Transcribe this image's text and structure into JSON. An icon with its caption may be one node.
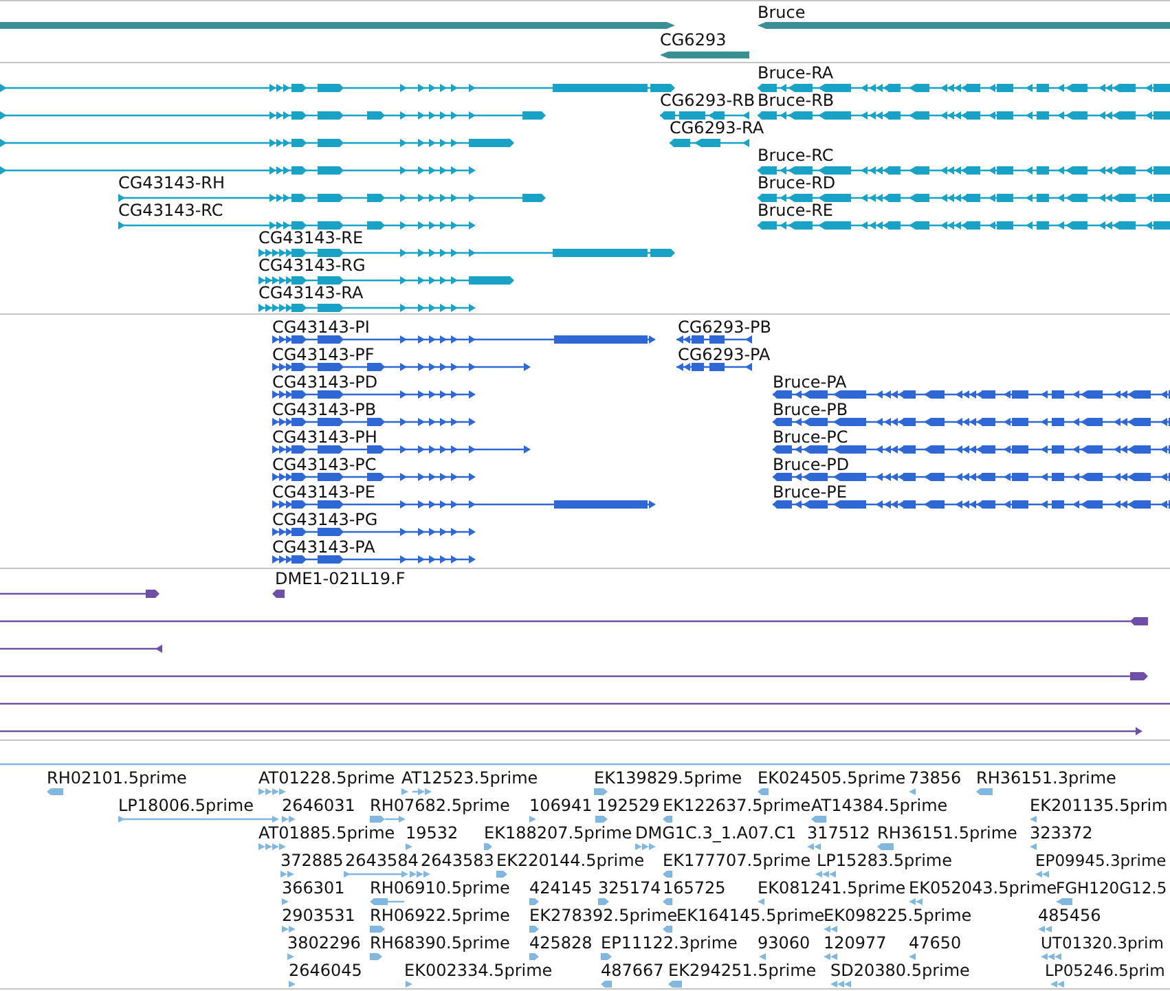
{
  "diagram": {
    "labels": [
      "Bruce",
      "CG6293",
      "Bruce-RA",
      "CG6293-RB",
      "Bruce-RB",
      "CG6293-RA",
      "Bruce-RC",
      "CG43143-RH",
      "Bruce-RD",
      "CG43143-RC",
      "Bruce-RE",
      "CG43143-RE",
      "CG43143-RG",
      "CG43143-RA",
      "CG43143-PI",
      "CG6293-PB",
      "CG43143-PF",
      "CG6293-PA",
      "CG43143-PD",
      "Bruce-PA",
      "CG43143-PB",
      "Bruce-PB",
      "CG43143-PH",
      "Bruce-PC",
      "CG43143-PC",
      "Bruce-PD",
      "CG43143-PE",
      "Bruce-PE",
      "CG43143-PG",
      "CG43143-PA",
      "DME1-021L19.F",
      "RH02101.5prime",
      "AT01228.5prime",
      "AT12523.5prime",
      "EK139829.5prime",
      "EK024505.5prime",
      "73856",
      "RH36151.3prime",
      "LP18006.5prime",
      "2646031",
      "RH07682.5prime",
      "106941",
      "192529",
      "EK122637.5prime",
      "AT14384.5prime",
      "EK201135.5prim",
      "AT01885.5prime",
      "19532",
      "EK188207.5prime",
      "DMG1C.3_1.A07.C1",
      "317512",
      "RH36151.5prime",
      "323372",
      "372885",
      "2643584",
      "2643583",
      "EK220144.5prime",
      "EK177707.5prime",
      "LP15283.5prime",
      "EP09945.3prime",
      "366301",
      "RH06910.5prime",
      "424145",
      "325174",
      "165725",
      "EK081241.5prime",
      "EK052043.5prime",
      "FGH120G12.5",
      "2903531",
      "RH06922.5prime",
      "EK278392.5prime",
      "EK164145.5prime",
      "EK098225.5prime",
      "485456",
      "3802296",
      "RH68390.5prime",
      "425828",
      "EP11122.3prime",
      "93060",
      "120977",
      "47650",
      "UT01320.3prim",
      "2646045",
      "EK002334.5prime",
      "487667",
      "EK294251.5prime",
      "SD20380.5prime",
      "LP05246.5prim"
    ]
  }
}
